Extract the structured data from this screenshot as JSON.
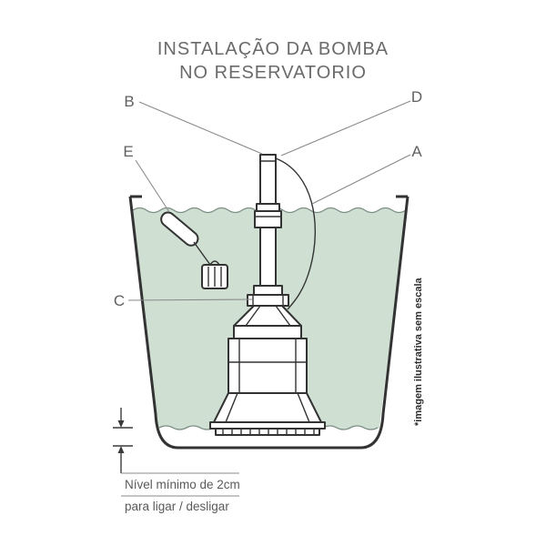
{
  "title": {
    "line1": "INSTALAÇÃO DA BOMBA",
    "line2": "NO RESERVATORIO"
  },
  "callouts": {
    "a": "A",
    "b": "B",
    "c": "C",
    "d": "D",
    "e": "E"
  },
  "side_note": "*imagem ilustrativa sem escala",
  "level_note": {
    "line1": "Nível mínimo de 2cm",
    "line2": "para ligar / desligar"
  },
  "colors": {
    "water": "#cfe0d3",
    "wave_line": "#7d8f85",
    "outline": "#333333",
    "label_text": "#5f5f5f",
    "title_text": "#6a6a6a"
  }
}
